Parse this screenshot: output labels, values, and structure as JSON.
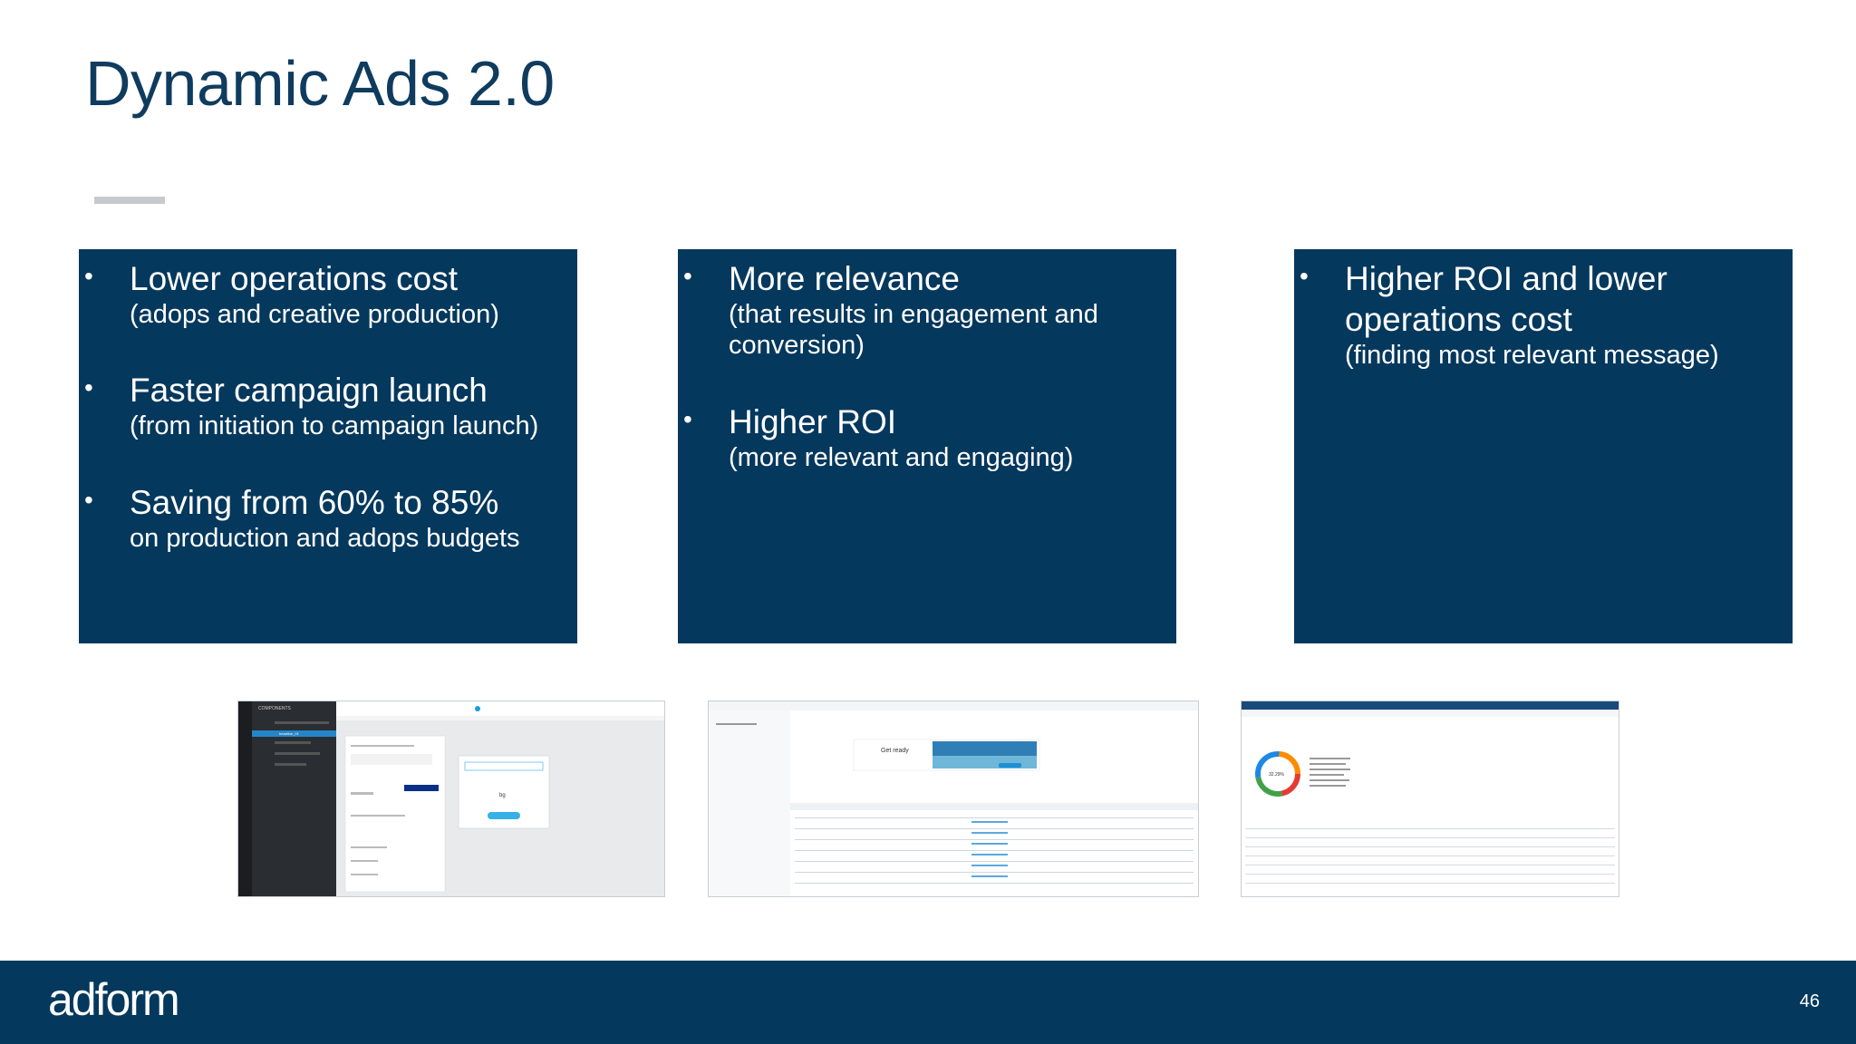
{
  "slide": {
    "title": "Dynamic Ads 2.0",
    "page_number": "46"
  },
  "boxes": [
    {
      "items": [
        {
          "head": "Lower operations cost",
          "sub": "(adops and creative production)"
        },
        {
          "head": "Faster campaign launch",
          "sub": "(from initiation to campaign launch)"
        },
        {
          "head": "Saving from 60% to 85%",
          "sub": "on production and adops budgets"
        }
      ]
    },
    {
      "items": [
        {
          "head": "More relevance",
          "sub": "(that results in engagement and conversion)"
        },
        {
          "head": "Higher ROI",
          "sub": "(more relevant and engaging)"
        }
      ]
    },
    {
      "items": [
        {
          "head": "Higher ROI and lower operations cost",
          "sub": "(finding most relevant message)"
        }
      ]
    }
  ],
  "bullet_char": "•",
  "thumbnails": {
    "editor": {
      "panel_title": "COMPONENTS",
      "layer": "headline_01",
      "preview_text": "bg"
    },
    "feed": {
      "banner_text": "Get ready"
    },
    "report": {
      "chart_value": "32.29%"
    }
  },
  "footer": {
    "logo_text": "adform"
  },
  "colors": {
    "navy": "#05385d",
    "title": "#0f3c5e",
    "accent": "#1aa6e4"
  }
}
